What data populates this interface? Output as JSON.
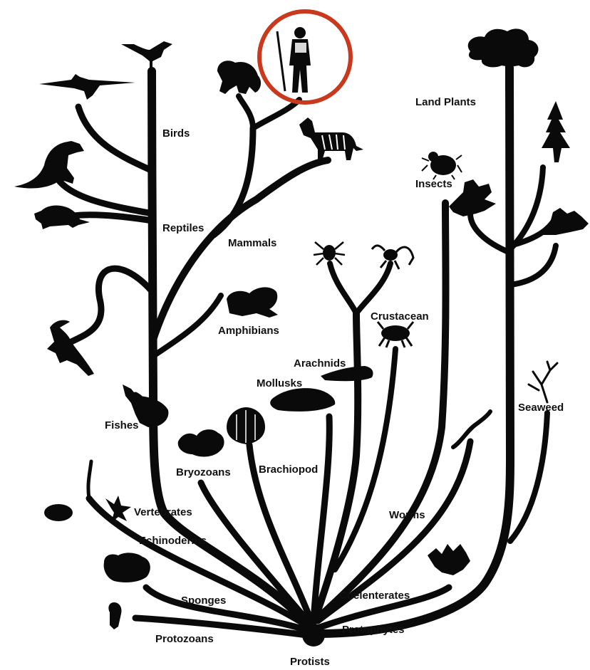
{
  "colors": {
    "ink": "#0a0a0a",
    "highlight_circle": "#c8391d",
    "background": "#ffffff"
  },
  "labels": {
    "birds": "Birds",
    "reptiles": "Reptiles",
    "mammals": "Mammals",
    "amphibians": "Amphibians",
    "fishes": "Fishes",
    "land_plants": "Land Plants",
    "insects": "Insects",
    "crustacean": "Crustacean",
    "arachnids": "Arachnids",
    "mollusks": "Mollusks",
    "brachiopod": "Brachiopod",
    "bryozoans": "Bryozoans",
    "vertebrates": "Vertebrates",
    "echinoderms": "Echinoderms",
    "worms": "Worms",
    "seaweed": "Seaweed",
    "sponges": "Sponges",
    "coelenterates": "Coelenterates",
    "protophytes": "Protophytes",
    "protozoans": "Protozoans",
    "protists": "Protists"
  },
  "icons": [
    "human-icon",
    "gorilla-icon",
    "zebra-icon",
    "bird-icon",
    "pterosaur-icon",
    "dinosaur-icon",
    "turtle-icon",
    "ichthyosaur-icon",
    "frog-icon",
    "whale-icon",
    "tree-icon",
    "pine-icon",
    "fern-icon",
    "moss-icon",
    "beetle-icon",
    "spider-icon",
    "scorpion-icon",
    "crab-icon",
    "snail-icon",
    "clam-icon",
    "brachiopod-shell-icon",
    "bryozoan-icon",
    "starfish-icon",
    "sea-urchin-icon",
    "worm-icon",
    "seaweed-icon",
    "sponge-icon",
    "coral-icon",
    "protozoan-icon"
  ]
}
